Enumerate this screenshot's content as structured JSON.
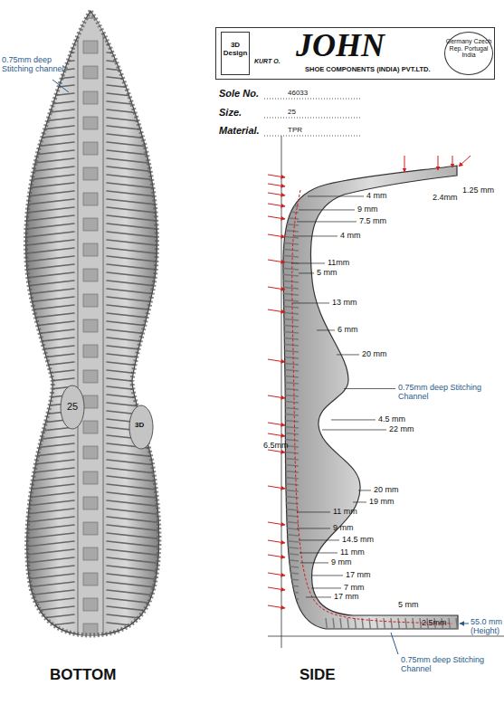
{
  "diagram": {
    "nodes": [
      {
        "text": [
          "KURT O.",
          "JOHN",
          "SHOE COMPONENTS (INDIA) PVT.LTD."
        ]
      },
      {
        "text": [
          "3D Design"
        ],
        "in": 0
      },
      {
        "text": [
          "Germany Czech Rep. Portugal India"
        ],
        "in": 0
      }
    ],
    "edges": [],
    "labels": [
      "0.75mm deep Stitching channel",
      "Sole No.",
      "46033",
      "Size.",
      "25",
      "Material.",
      "TPR",
      "4 mm",
      "2.4mm",
      "1.25 mm",
      "9 mm",
      "7.5 mm",
      "4 mm",
      "11mm",
      "5 mm",
      "13 mm",
      "6 mm",
      "20 mm",
      "0.75mm deep Stitching Channel",
      "4.5 mm",
      "22 mm",
      "6.5mm",
      "20 mm",
      "19 mm",
      "11 mm",
      "9 mm",
      "14.5 mm",
      "11 mm",
      "9 mm",
      "17 mm",
      "7 mm",
      "17 mm",
      "5 mm",
      "2.5mm",
      "55.0 mm (Height)",
      "0.75mm deep Stitching Channel",
      "BOTTOM",
      "SIDE",
      "25",
      "3D"
    ]
  }
}
